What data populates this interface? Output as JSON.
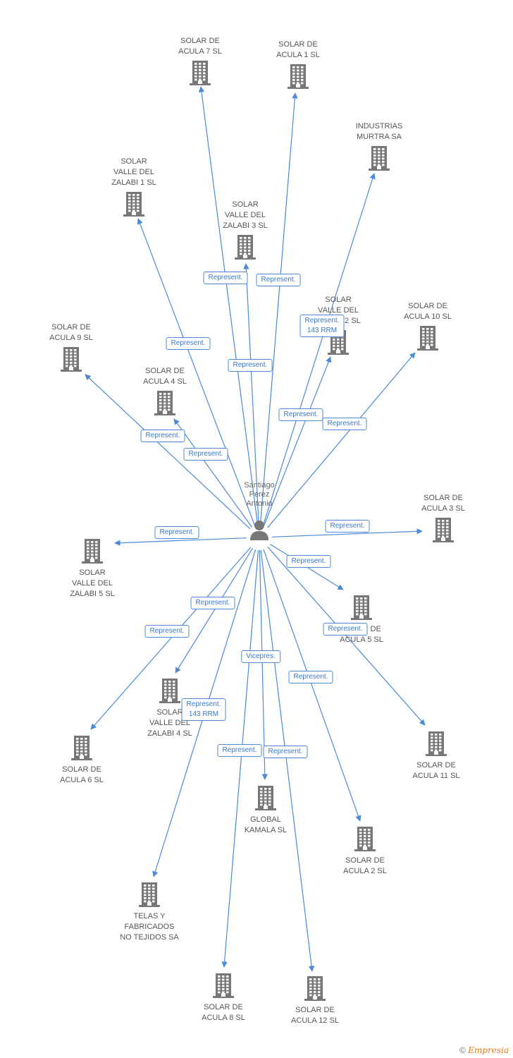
{
  "center": {
    "label": "Santiago\nPerez\nAntonio",
    "icon": "person-icon"
  },
  "nodes": [
    {
      "id": "n1",
      "label": "SOLAR DE\nACULA 7 SL",
      "labelPos": "above",
      "icon": "building-icon"
    },
    {
      "id": "n2",
      "label": "SOLAR DE\nACULA 1 SL",
      "labelPos": "above",
      "icon": "building-icon"
    },
    {
      "id": "n3",
      "label": "INDUSTRIAS\nMURTRA SA",
      "labelPos": "above",
      "icon": "building-icon"
    },
    {
      "id": "n4",
      "label": "SOLAR\nVALLE DEL\nZALABI 1 SL",
      "labelPos": "above",
      "icon": "building-icon"
    },
    {
      "id": "n5",
      "label": "SOLAR\nVALLE DEL\nZALABI 3 SL",
      "labelPos": "above",
      "icon": "building-icon"
    },
    {
      "id": "n6",
      "label": "SOLAR\nVALLE DEL\nZALABI 2 SL",
      "labelPos": "above",
      "icon": "building-icon"
    },
    {
      "id": "n7",
      "label": "SOLAR DE\nACULA 10 SL",
      "labelPos": "above",
      "icon": "building-icon"
    },
    {
      "id": "n8",
      "label": "SOLAR DE\nACULA 9 SL",
      "labelPos": "above",
      "icon": "building-icon"
    },
    {
      "id": "n9",
      "label": "SOLAR DE\nACULA 4 SL",
      "labelPos": "above",
      "icon": "building-icon"
    },
    {
      "id": "n10",
      "label": "SOLAR DE\nACULA 3 SL",
      "labelPos": "above",
      "icon": "building-icon"
    },
    {
      "id": "n11",
      "label": "SOLAR\nVALLE DEL\nZALABI 5 SL",
      "labelPos": "below",
      "icon": "building-icon"
    },
    {
      "id": "n12",
      "label": "SOLAR DE\nACULA 5 SL",
      "labelPos": "below",
      "icon": "building-icon"
    },
    {
      "id": "n13",
      "label": "SOLAR\nVALLE DEL\nZALABI 4 SL",
      "labelPos": "below",
      "icon": "building-icon"
    },
    {
      "id": "n14",
      "label": "SOLAR DE\nACULA 6 SL",
      "labelPos": "below",
      "icon": "building-icon"
    },
    {
      "id": "n15",
      "label": "SOLAR DE\nACULA 11 SL",
      "labelPos": "below",
      "icon": "building-icon"
    },
    {
      "id": "n16",
      "label": "GLOBAL\nKAMALA SL",
      "labelPos": "below",
      "icon": "building-icon"
    },
    {
      "id": "n17",
      "label": "SOLAR DE\nACULA 2 SL",
      "labelPos": "below",
      "icon": "building-icon"
    },
    {
      "id": "n18",
      "label": "TELAS Y\nFABRICADOS\nNO TEJIDOS SA",
      "labelPos": "below",
      "icon": "building-icon"
    },
    {
      "id": "n19",
      "label": "SOLAR DE\nACULA 8 SL",
      "labelPos": "below",
      "icon": "building-icon"
    },
    {
      "id": "n20",
      "label": "SOLAR DE\nACULA 12 SL",
      "labelPos": "below",
      "icon": "building-icon"
    }
  ],
  "edges": [
    {
      "target": "n1",
      "label": "Represent."
    },
    {
      "target": "n2",
      "label": "Represent."
    },
    {
      "target": "n3",
      "label": "Represent.\n143 RRM"
    },
    {
      "target": "n4",
      "label": "Represent."
    },
    {
      "target": "n5",
      "label": "Represent."
    },
    {
      "target": "n6",
      "label": "Represent."
    },
    {
      "target": "n7",
      "label": "Represent."
    },
    {
      "target": "n8",
      "label": "Represent."
    },
    {
      "target": "n9",
      "label": "Represent."
    },
    {
      "target": "n10",
      "label": "Represent."
    },
    {
      "target": "n11",
      "label": "Represent."
    },
    {
      "target": "n12",
      "label": "Represent."
    },
    {
      "target": "n13",
      "label": "Represent."
    },
    {
      "target": "n14",
      "label": "Represent."
    },
    {
      "target": "n15",
      "label": "Represent."
    },
    {
      "target": "n16",
      "label": "Vicepres."
    },
    {
      "target": "n17",
      "label": "Represent."
    },
    {
      "target": "n18",
      "label": "Represent.\n143 RRM"
    },
    {
      "target": "n19",
      "label": "Represent."
    },
    {
      "target": "n20",
      "label": "Represent."
    }
  ],
  "footer": {
    "copyright": "©",
    "brand": "Empresia"
  },
  "colors": {
    "edge": "#4a8ad8",
    "icon": "#777777"
  }
}
